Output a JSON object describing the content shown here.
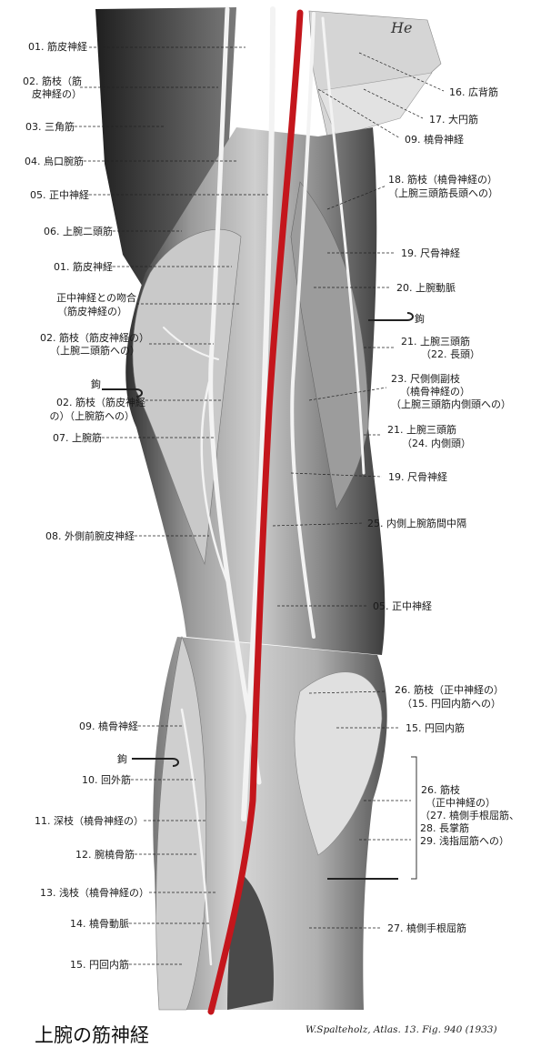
{
  "title": "上腕の筋神経",
  "citation": "W.Spalteholz, Atlas. 13. Fig. 940 (1933)",
  "signature": "He",
  "colors": {
    "artery": "#c4161c",
    "muscle_dark": "#3a3a3a",
    "muscle_light": "#d8d8d8",
    "nerve": "#f2f2f2"
  },
  "labels_left": [
    "01. 筋皮神経",
    "02. 筋枝（筋",
    "皮神経の）",
    "03. 三角筋",
    "04. 烏口腕筋",
    "05. 正中神経",
    "06. 上腕二頭筋",
    "01. 筋皮神経",
    "正中神経との吻合",
    "（筋皮神経の）",
    "02. 筋枝（筋皮神経の）",
    "（上腕二頭筋への）",
    "鉤",
    "02. 筋枝（筋皮神経",
    "の）（上腕筋への）",
    "07. 上腕筋",
    "08. 外側前腕皮神経",
    "09. 橈骨神経",
    "鉤",
    "10. 回外筋",
    "11. 深枝（橈骨神経の）",
    "12. 腕橈骨筋",
    "13. 浅枝（橈骨神経の）",
    "14. 橈骨動脈",
    "15. 円回内筋"
  ],
  "labels_right": [
    "16. 広背筋",
    "17. 大円筋",
    "09. 橈骨神経",
    "18. 筋枝（橈骨神経の）",
    "（上腕三頭筋長頭への）",
    "19. 尺骨神経",
    "20. 上腕動脈",
    "鉤",
    "21. 上腕三頭筋",
    "（22. 長頭）",
    "23. 尺側側副枝",
    "（橈骨神経の）",
    "（上腕三頭筋内側頭への）",
    "21. 上腕三頭筋",
    "（24. 内側頭）",
    "19. 尺骨神経",
    "25. 内側上腕筋間中隔",
    "05. 正中神経",
    "26. 筋枝（正中神経の）",
    "（15. 円回内筋への）",
    "15. 円回内筋",
    "26. 筋枝",
    "（正中神経の）",
    "（27. 橈側手根屈筋、",
    "28. 長掌筋",
    "29. 浅指屈筋への）",
    "27. 橈側手根屈筋"
  ]
}
